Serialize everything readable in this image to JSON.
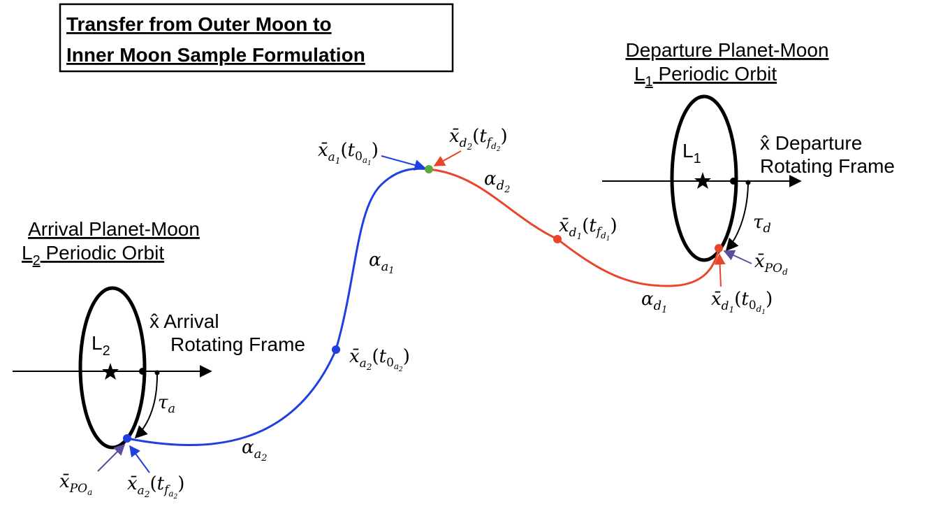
{
  "title": {
    "line1": "Transfer from Outer Moon to",
    "line2": "Inner Moon Sample Formulation"
  },
  "departure": {
    "heading_line1": "Departure Planet-Moon",
    "heading_line2_prefix": "L",
    "heading_line2_sub": "1",
    "heading_line2_suffix": " Periodic Orbit",
    "point_label": "L",
    "point_sub": "1",
    "frame_line1": "x̂ Departure",
    "frame_line2": "Rotating Frame",
    "tau": "τ",
    "tau_sub": "d",
    "po_label": "x̄",
    "po_sub": "PO",
    "po_subsub": "d"
  },
  "arrival": {
    "heading_line1": "Arrival Planet-Moon",
    "heading_line2_prefix": "L",
    "heading_line2_sub": "2",
    "heading_line2_suffix": " Periodic Orbit",
    "point_label": "L",
    "point_sub": "2",
    "frame_line1": "x̂ Arrival",
    "frame_line2": "Rotating Frame",
    "tau": "τ",
    "tau_sub": "a",
    "po_label": "x̄",
    "po_sub": "PO",
    "po_subsub": "a"
  },
  "arc_labels": {
    "alpha": "α",
    "a1": "a",
    "a1_sub": "1",
    "a2": "a",
    "a2_sub": "2",
    "d1": "d",
    "d1_sub": "1",
    "d2": "d",
    "d2_sub": "2"
  },
  "state_labels": {
    "xbar": "x̄",
    "open": "(",
    "close": ")",
    "t": "t",
    "zero": "0",
    "f": "f"
  },
  "colors": {
    "arrival_arc": "#1f3fe0",
    "departure_arc": "#e8452a",
    "junction": "#5aaa3c",
    "po_arrow": "#5a4f9e",
    "orbit": "#000000"
  }
}
